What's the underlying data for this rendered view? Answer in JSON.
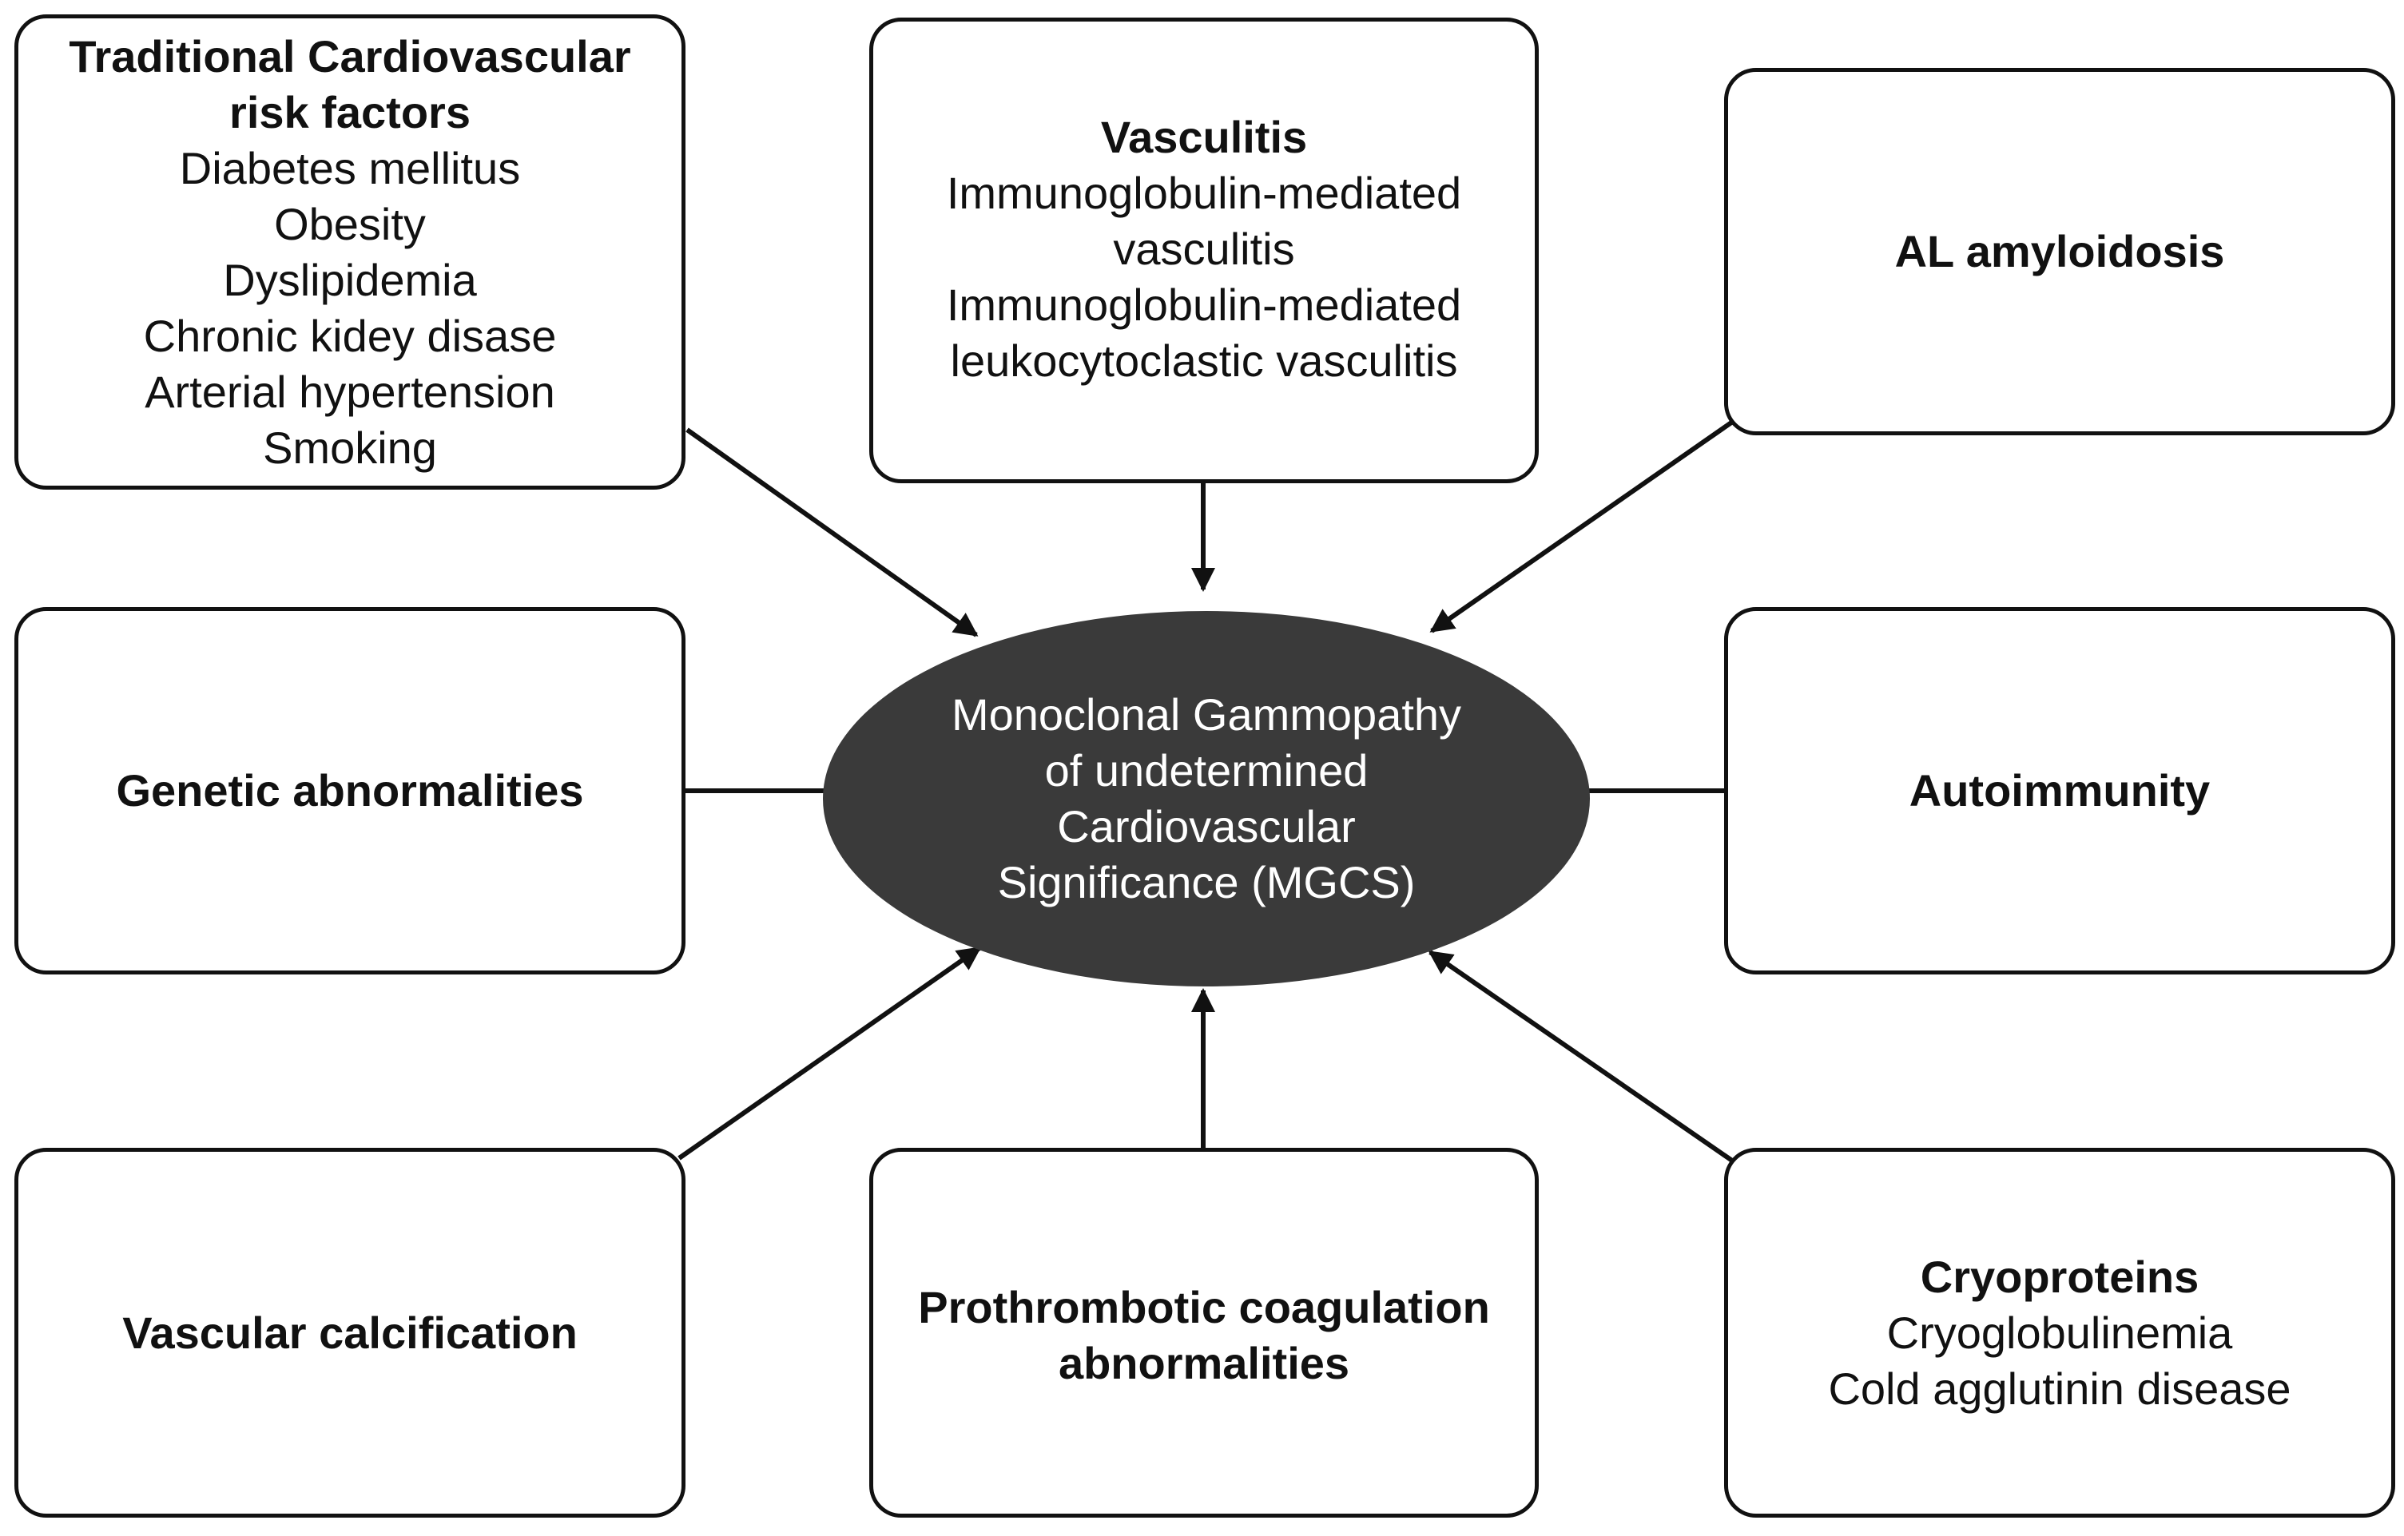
{
  "center": {
    "label": "Monoclonal Gammopathy\nof undetermined\nCardiovascular\nSignificance (MGCS)",
    "fill_color": "#3a3a3a",
    "text_color": "#ffffff"
  },
  "factors": [
    {
      "id": "traditional-risk-factors",
      "title": "Traditional Cardiovascular risk factors",
      "items": [
        "Diabetes mellitus",
        "Obesity",
        "Dyslipidemia",
        "Chronic kidey disase",
        "Arterial hypertension",
        "Smoking"
      ]
    },
    {
      "id": "vasculitis",
      "title": "Vasculitis",
      "items": [
        "Immunoglobulin-mediated vasculitis",
        "Immunoglobulin-mediated leukocytoclastic vasculitis"
      ]
    },
    {
      "id": "al-amyloidosis",
      "title": "AL amyloidosis",
      "items": []
    },
    {
      "id": "genetic-abnormalities",
      "title": "Genetic abnormalities",
      "items": []
    },
    {
      "id": "autoimmunity",
      "title": "Autoimmunity",
      "items": []
    },
    {
      "id": "vascular-calcification",
      "title": "Vascular calcification",
      "items": []
    },
    {
      "id": "prothrombotic-coagulation",
      "title": "Prothrombotic coagulation abnormalities",
      "items": []
    },
    {
      "id": "cryoproteins",
      "title": "Cryoproteins",
      "items": [
        "Cryoglobulinemia",
        "Cold agglutinin disease"
      ]
    }
  ],
  "colors": {
    "stroke": "#111111",
    "box_fill": "#ffffff"
  }
}
